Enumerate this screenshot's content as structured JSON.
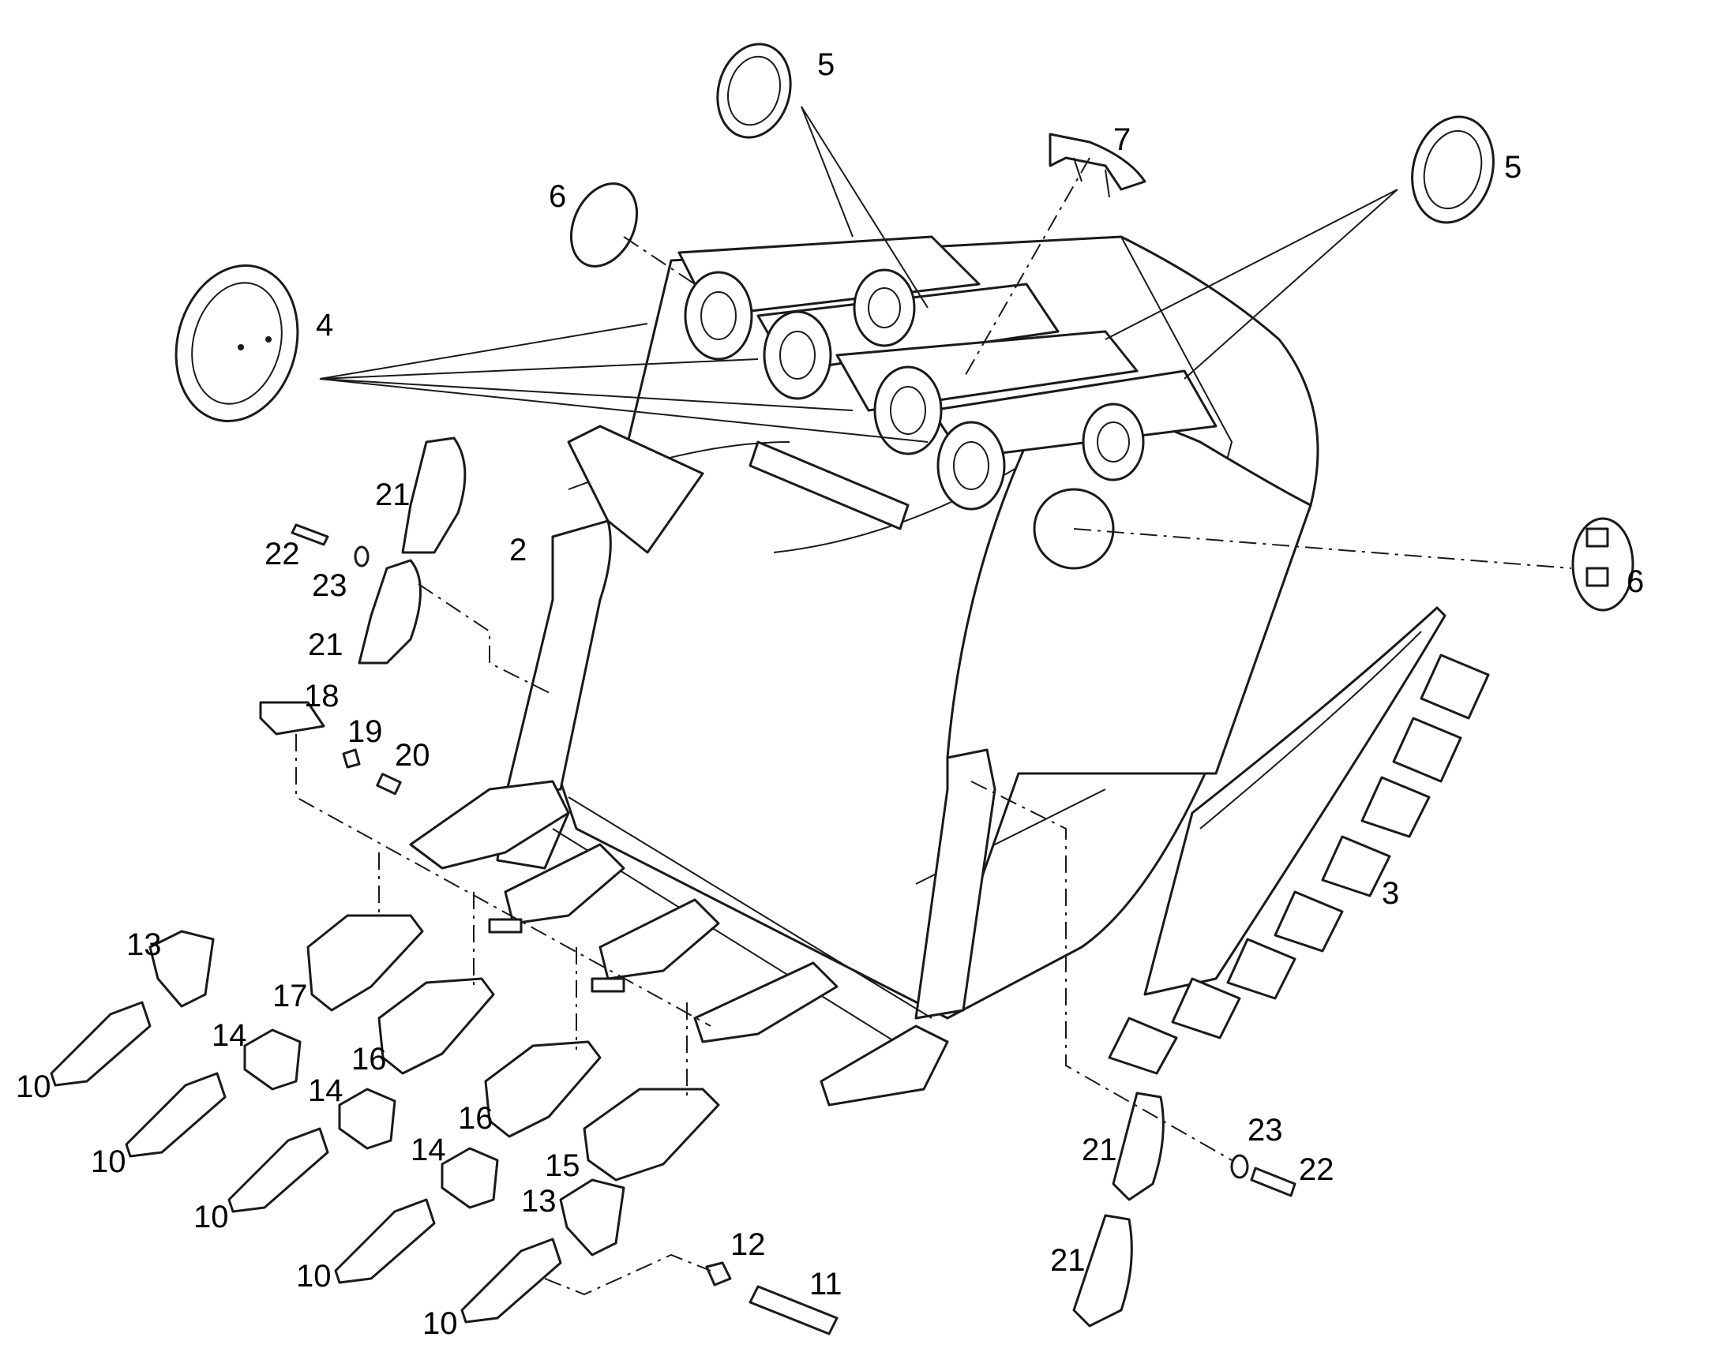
{
  "callouts": {
    "c2": "2",
    "c3": "3",
    "c4": "4",
    "c5a": "5",
    "c5b": "5",
    "c6a": "6",
    "c6b": "6",
    "c7": "7",
    "c10a": "10",
    "c10b": "10",
    "c10c": "10",
    "c10d": "10",
    "c10e": "10",
    "c11": "11",
    "c12": "12",
    "c13a": "13",
    "c13b": "13",
    "c14a": "14",
    "c14b": "14",
    "c14c": "14",
    "c15": "15",
    "c16a": "16",
    "c16b": "16",
    "c17": "17",
    "c18": "18",
    "c19": "19",
    "c20": "20",
    "c21a": "21",
    "c21b": "21",
    "c21c": "21",
    "c21d": "21",
    "c22a": "22",
    "c22b": "22",
    "c23a": "23",
    "c23b": "23"
  }
}
